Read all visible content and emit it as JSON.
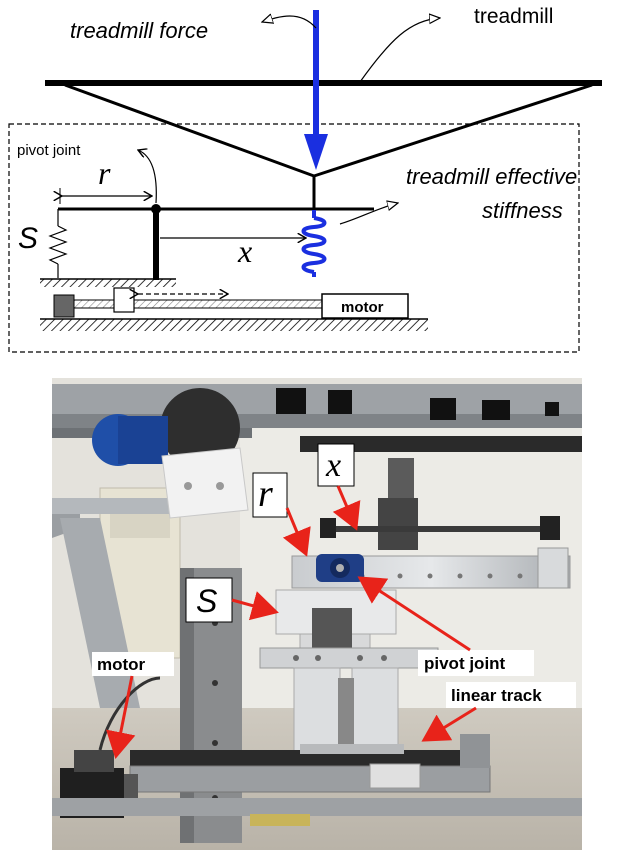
{
  "schematic": {
    "labels": {
      "treadmill_force": "treadmill force",
      "treadmill": "treadmill",
      "pivot_joint": "pivot joint",
      "r": "r",
      "s": "S",
      "x": "x",
      "stiffness_line1": "treadmill effective",
      "stiffness_line2": "stiffness",
      "motor": "motor"
    },
    "colors": {
      "force_arrow": "#1a2fe0",
      "spring": "#1a2fe0",
      "lines": "#000000"
    }
  },
  "photo": {
    "labels": {
      "x": "x",
      "r": "r",
      "s": "S",
      "motor": "motor",
      "pivot_joint": "pivot joint",
      "linear_track": "linear track"
    },
    "colors": {
      "arrow": "#e8231a",
      "frame": "#8a8c8e",
      "wall": "#e4e2dc",
      "motor_blue": "#1f4fa8"
    }
  }
}
